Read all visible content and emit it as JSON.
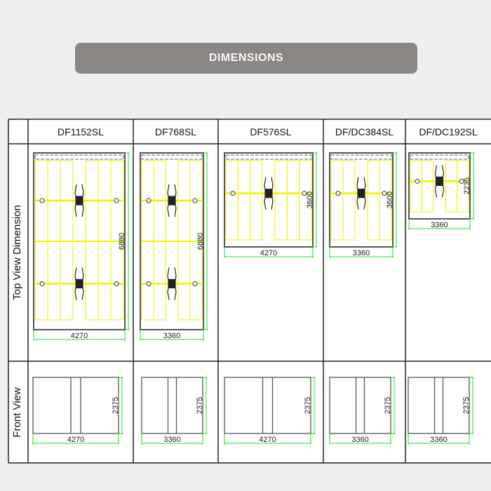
{
  "banner": {
    "title": "DIMENSIONS"
  },
  "rows": {
    "top_view": "Top View Dimension",
    "front_view": "Front View"
  },
  "models": [
    {
      "name": "DF1152SL",
      "width": "4270",
      "depth": "6880",
      "height": "2375",
      "machines": 2,
      "colors": 6
    },
    {
      "name": "DF768SL",
      "width": "3360",
      "depth": "6880",
      "height": "2375",
      "machines": 2,
      "colors": 4
    },
    {
      "name": "DF576SL",
      "width": "4270",
      "depth": "3600",
      "height": "2375",
      "machines": 1,
      "colors": 6
    },
    {
      "name": "DF/DC384SL",
      "width": "3360",
      "depth": "3600",
      "height": "2375",
      "machines": 1,
      "colors": 4
    },
    {
      "name": "DF/DC192SL",
      "width": "3360",
      "depth": "2235",
      "height": "2375",
      "machines": 1,
      "colors": 4
    }
  ],
  "colors": {
    "dimension": "#22dd22",
    "tracks": "#f2f200",
    "outline": "#555555",
    "banner": "#8a8785"
  }
}
